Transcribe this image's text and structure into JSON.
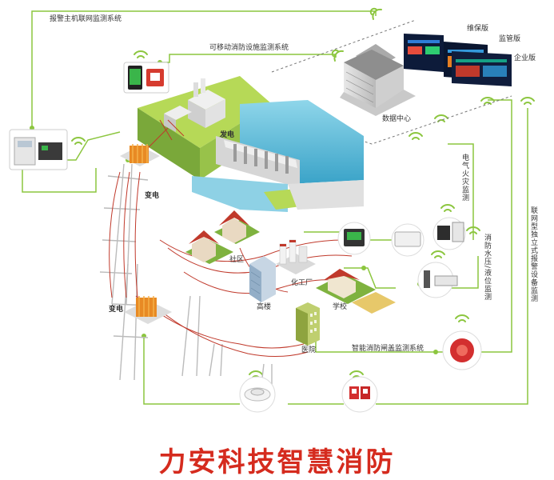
{
  "title": "力安科技智慧消防",
  "labels": {
    "alarm_host": "报警主机联网监测系统",
    "mobile_monitor": "可移动消防设施监测系统",
    "maintenance_edition": "维保版",
    "supervision_edition": "监管版",
    "enterprise_edition": "企业版",
    "data_center": "数据中心",
    "power_plant": "发电",
    "substation_top": "变电",
    "substation_bottom": "变电",
    "community": "社区",
    "chemical_plant": "化工厂",
    "high_rise": "高楼",
    "school": "学校",
    "hospital": "医院",
    "electrical_fire": "电气火灾监测",
    "water_pressure": "消防水压/液位监测",
    "standalone_alarm": "联网型独立式报警设备监测",
    "smart_valve": "智能消防闸盖监测系统"
  },
  "colors": {
    "line_green": "#8cc63f",
    "title_red": "#d52b1e",
    "power_line": "#c0392b",
    "water": "#6cc3dd",
    "grass": "#b6d957"
  }
}
